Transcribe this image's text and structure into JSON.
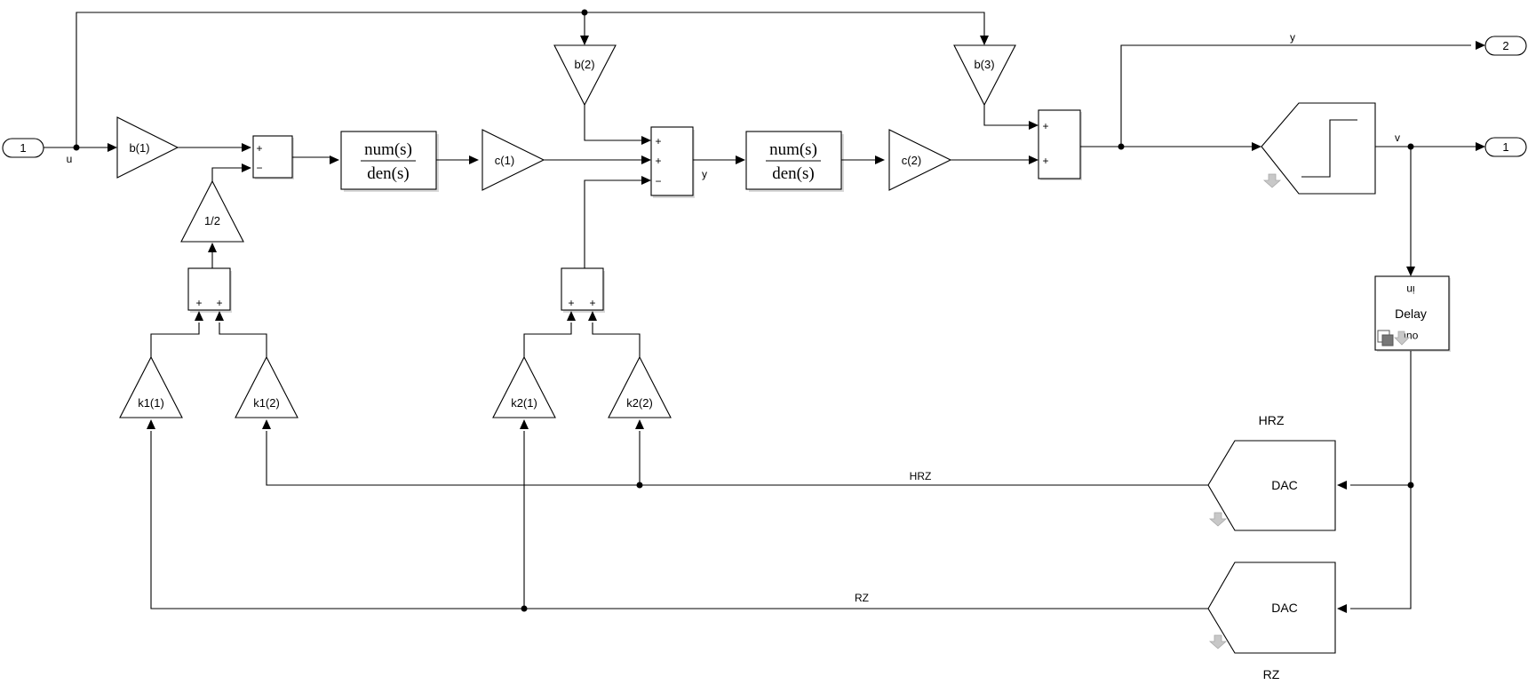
{
  "ports": {
    "in1": "1",
    "out1": "1",
    "out2": "2"
  },
  "gains": {
    "b1": "b(1)",
    "b2": "b(2)",
    "b3": "b(3)",
    "c1": "c(1)",
    "c2": "c(2)",
    "half": "1/2",
    "k11": "k1(1)",
    "k12": "k1(2)",
    "k21": "k2(1)",
    "k22": "k2(2)"
  },
  "tf": {
    "num": "num(s)",
    "den": "den(s)"
  },
  "sums": {
    "plus": "+",
    "minus": "−"
  },
  "signals": {
    "u": "u",
    "y_mid": "y",
    "y_top": "y",
    "v": "v",
    "hrz": "HRZ",
    "rz": "RZ"
  },
  "blocks": {
    "dac": "DAC",
    "dac_hrz_name": "HRZ",
    "dac_rz_name": "RZ",
    "delay": "Delay",
    "delay_in": "in",
    "delay_out": "out"
  }
}
